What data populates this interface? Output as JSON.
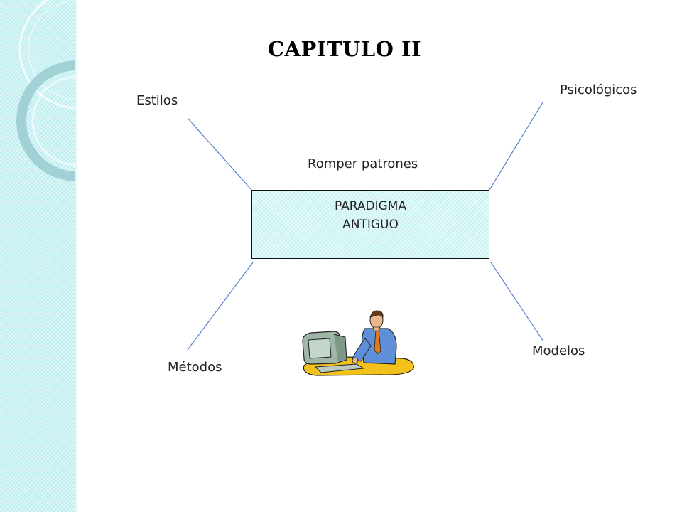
{
  "title": "CAPITULO II",
  "labels": {
    "estilos": "Estilos",
    "psicologicos": "Psicológicos",
    "romper": "Romper patrones",
    "modelos": "Modelos",
    "metodos": "Métodos"
  },
  "center_box": {
    "line1": "PARADIGMA",
    "line2": "ANTIGUO"
  },
  "colors": {
    "sidebar": "#bdeef0",
    "box_fill": "#c9f2f3",
    "connector": "#5b7fd1"
  },
  "illustration": "person-at-computer-clipart"
}
